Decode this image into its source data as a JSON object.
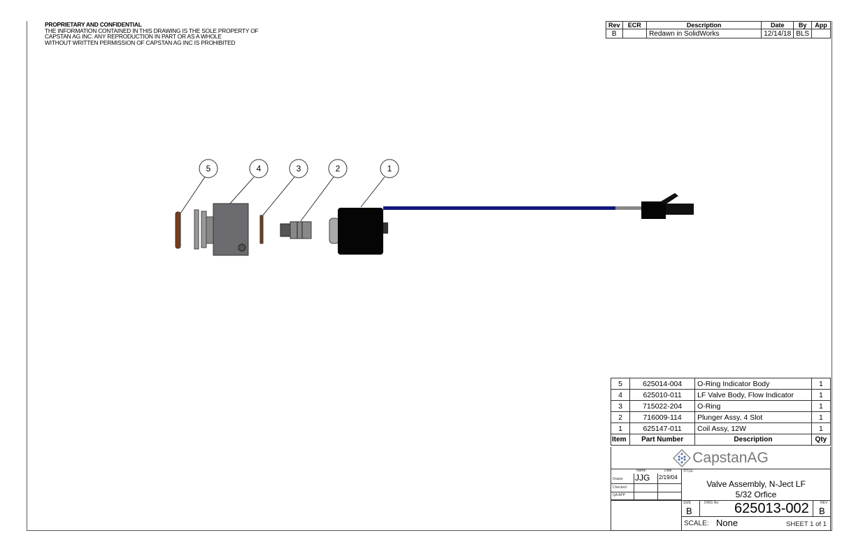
{
  "confidential": {
    "heading": "PROPRIETARY AND CONFIDENTIAL",
    "lines": [
      "THE INFORMATION CONTAINED IN THIS DRAWING IS THE SOLE PROPERTY OF",
      "CAPSTAN AG INC. ANY REPRODUCTION IN PART OR AS A WHOLE",
      "WITHOUT WRITTEN PERMISSION OF CAPSTAN AG INC IS PROHIBITED"
    ]
  },
  "revisions": {
    "headers": [
      "Rev",
      "ECR",
      "Description",
      "Date",
      "By",
      "App"
    ],
    "rows": [
      {
        "rev": "B",
        "ecr": "",
        "description": "Redawn in SolidWorks",
        "date": "12/14/18",
        "by": "BLS",
        "app": ""
      }
    ]
  },
  "balloons": [
    "5",
    "4",
    "3",
    "2",
    "1"
  ],
  "bom": {
    "headers": [
      "Item",
      "Part Number",
      "Description",
      "Qty"
    ],
    "rows": [
      {
        "item": "5",
        "part": "625014-004",
        "description": "O-Ring Indicator Body",
        "qty": "1"
      },
      {
        "item": "4",
        "part": "625010-011",
        "description": "LF Valve Body, Flow Indicator",
        "qty": "1"
      },
      {
        "item": "3",
        "part": "715022-204",
        "description": "O-Ring",
        "qty": "1"
      },
      {
        "item": "2",
        "part": "716009-114",
        "description": "Plunger Assy, 4 Slot",
        "qty": "1"
      },
      {
        "item": "1",
        "part": "625147-011",
        "description": "Coil Assy, 12W",
        "qty": "1"
      }
    ]
  },
  "logo": "CapstanAG",
  "title_block": {
    "name_label": "Name",
    "date_label": "Date",
    "drawn_label": "Drawn",
    "checked_label": "Checked",
    "qa_label": "QA APP",
    "drawn_name": "JJG",
    "drawn_date": "2/19/04",
    "title_label": "TITLE:",
    "title_line1": "Valve Assembly, N-Ject LF",
    "title_line2": "5/32 Orfice",
    "size_label": "SIZE",
    "size": "B",
    "dwg_label": "DWG No:",
    "dwg_no": "625013-002",
    "rev_label": "REV",
    "rev": "B",
    "scale_label": "SCALE:",
    "scale": "None",
    "sheet": "SHEET 1 of 1"
  }
}
